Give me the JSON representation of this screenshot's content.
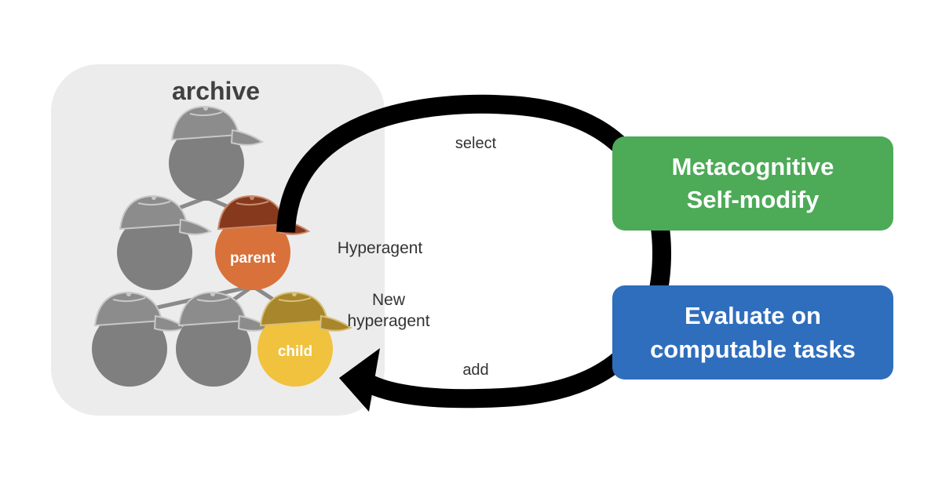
{
  "archive": {
    "title": "archive",
    "agents": [
      {
        "id": "root"
      },
      {
        "id": "left-mid"
      },
      {
        "id": "parent",
        "label": "parent"
      },
      {
        "id": "bottom-1"
      },
      {
        "id": "bottom-2"
      },
      {
        "id": "child",
        "label": "child"
      }
    ]
  },
  "loop": {
    "select_label": "select",
    "hyperagent_label": "Hyperagent",
    "new_hyperagent_label": [
      "New",
      "hyperagent"
    ],
    "add_label": "add"
  },
  "boxes": {
    "metacognitive": {
      "lines": [
        "Metacognitive",
        "Self-modify"
      ],
      "color": "#4daa57"
    },
    "evaluate": {
      "lines": [
        "Evaluate on",
        "computable tasks"
      ],
      "color": "#2f6ebd"
    }
  },
  "colors": {
    "archive_bg": "#ececec",
    "agent_gray": "#7f7f7f",
    "cap_gray": "#8c8c8c",
    "parent_body": "#d9713a",
    "parent_cap": "#86391d",
    "child_body": "#f0c23e",
    "child_cap": "#a8862b",
    "arrow": "#000000"
  }
}
